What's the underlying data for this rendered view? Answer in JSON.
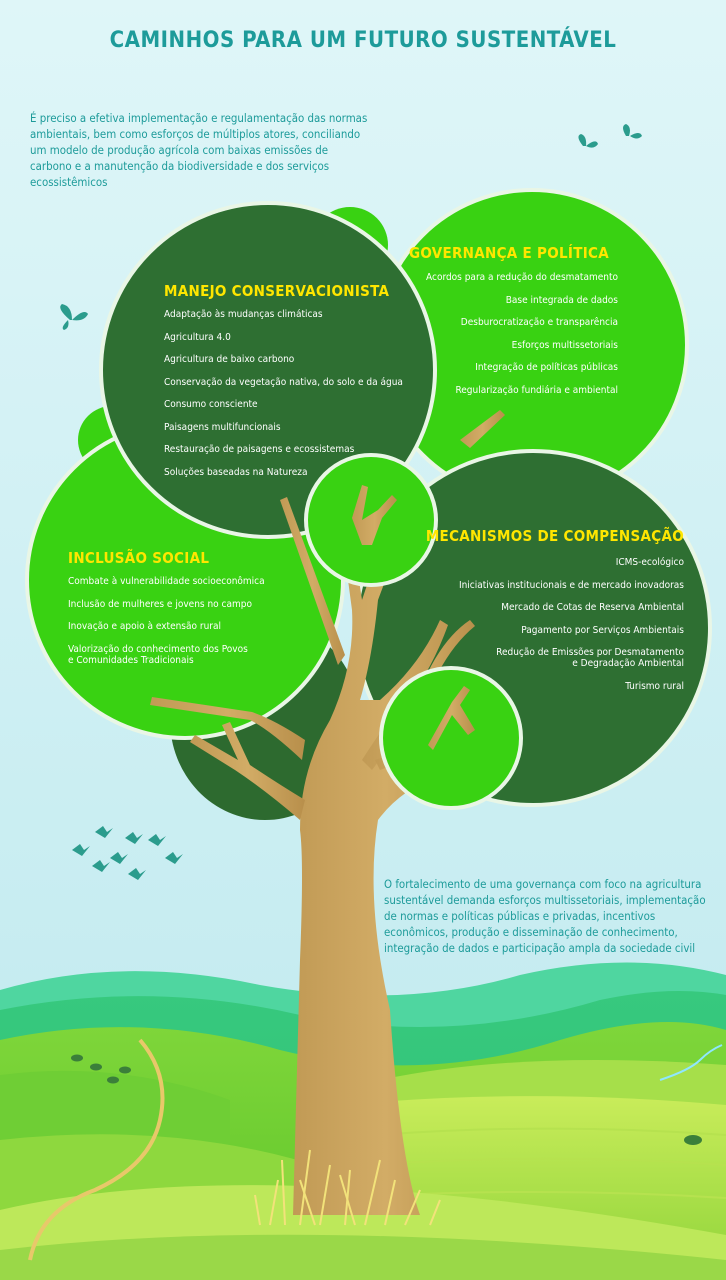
{
  "title": "CAMINHOS PARA UM FUTURO SUSTENTÁVEL",
  "intro": "É preciso a efetiva implementação e regulamentação das normas ambientais, bem como esforços de múltiplos atores, conciliando um modelo de produção agrícola com baixas emissões de carbono e a manutenção da biodiversidade e dos serviços ecossistêmicos",
  "manejo": {
    "title": "MANEJO CONSERVACIONISTA",
    "items": [
      "Adaptação às mudanças climáticas",
      "Agricultura 4.0",
      "Agricultura de baixo carbono",
      "Conservação da vegetação nativa, do solo e da água",
      "Consumo consciente",
      "Paisagens multifuncionais",
      "Restauração de paisagens e ecossistemas",
      "Soluções baseadas na Natureza"
    ]
  },
  "governanca": {
    "title": "GOVERNANÇA E POLÍTICA",
    "items": [
      "Acordos para a redução do desmatamento",
      "Base integrada de dados",
      "Desburocratização e transparência",
      "Esforços multissetoriais",
      "Integração de políticas públicas",
      "Regularização fundiária e ambiental"
    ]
  },
  "inclusao": {
    "title": "INCLUSÃO SOCIAL",
    "items": [
      "Combate à vulnerabilidade socioeconômica",
      "Inclusão de mulheres e jovens no campo",
      "Inovação e apoio à extensão rural",
      "Valorização do conhecimento dos Povos\ne Comunidades Tradicionais"
    ]
  },
  "mecanismos": {
    "title": "MECANISMOS DE COMPENSAÇÃO",
    "items": [
      "ICMS-ecológico",
      "Iniciativas institucionais e de mercado inovadoras",
      "Mercado de Cotas de Reserva Ambiental",
      "Pagamento por Serviços Ambientais",
      "Redução de Emissões por Desmatamento\ne Degradação Ambiental",
      "Turismo rural"
    ]
  },
  "closing": "O fortalecimento de uma governança com foco na agricultura sustentável demanda esforços multissetoriais, implementação de normas e políticas públicas e privadas, incentivos econômicos, produção e disseminação de conhecimento, integração de dados e participação ampla da sociedade civil",
  "colors": {
    "title": "#1d9b9a",
    "heading": "#ffe600",
    "dark_green": "#2e6f32",
    "bright_green": "#39d212",
    "trunk": "#c8a25a"
  }
}
